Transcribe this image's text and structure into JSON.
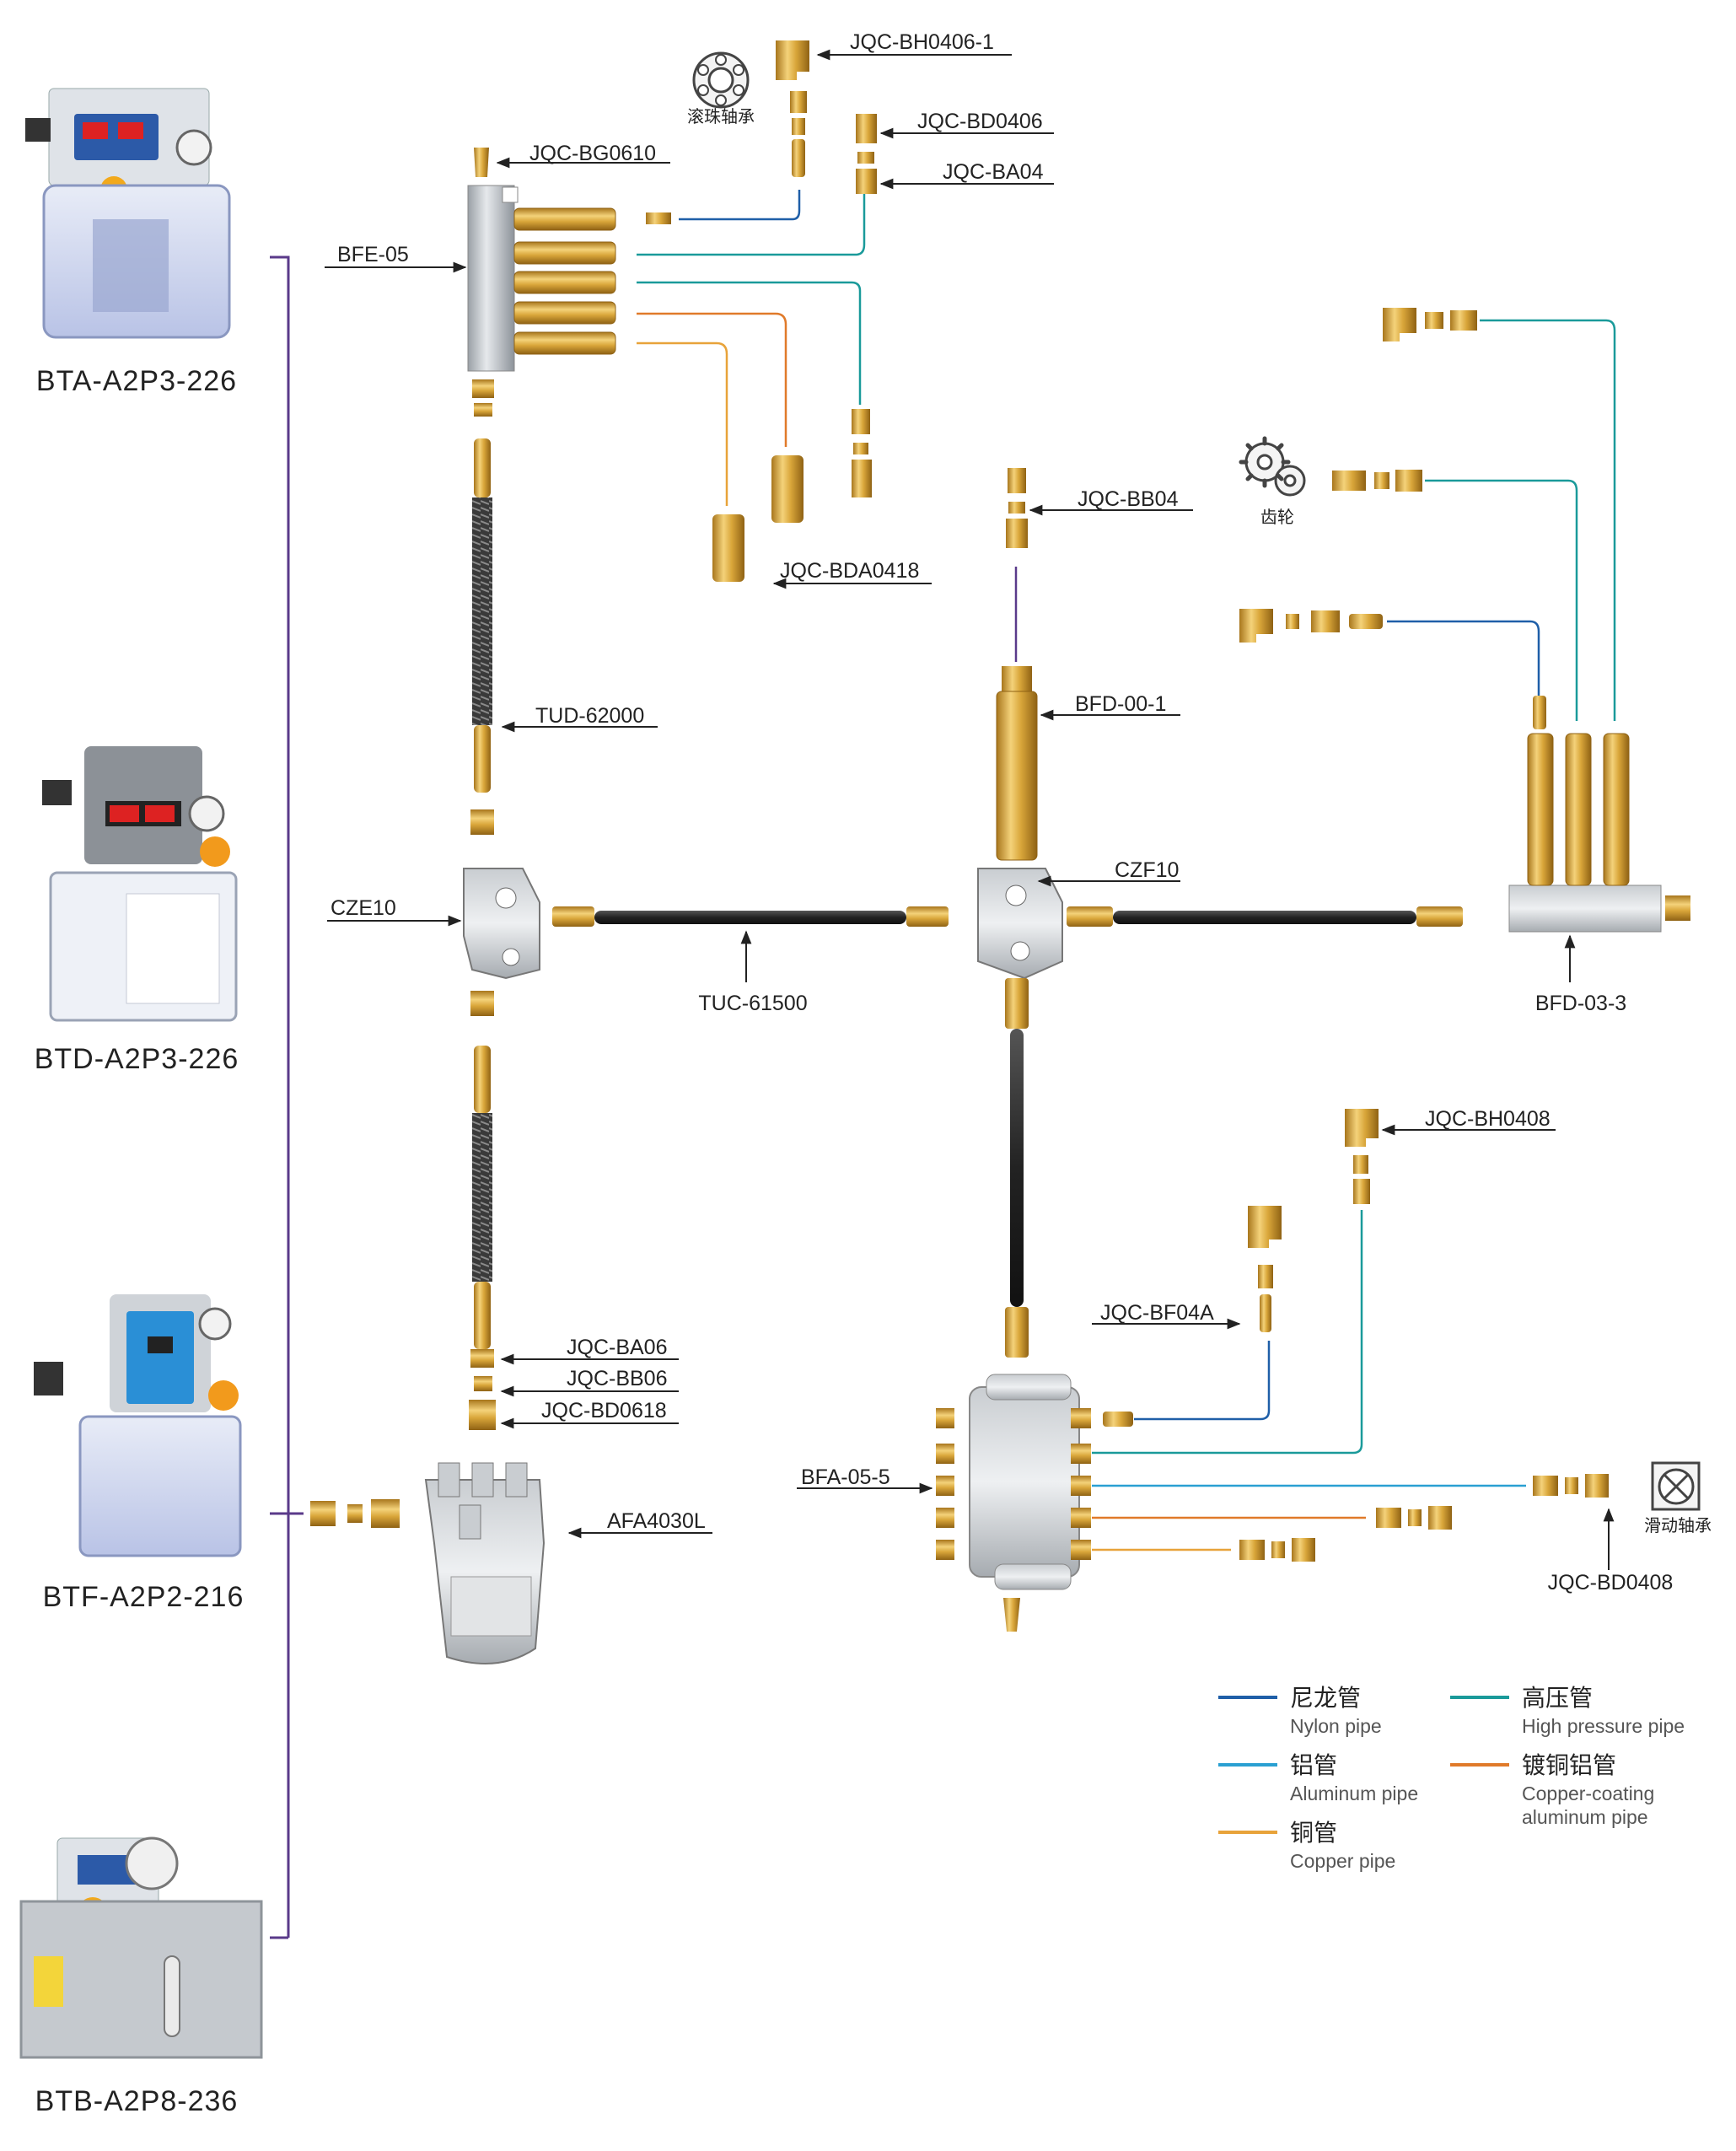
{
  "units": [
    {
      "id": "bta",
      "label": "BTA-A2P3-226"
    },
    {
      "id": "btd",
      "label": "BTD-A2P3-226"
    },
    {
      "id": "btf",
      "label": "BTF-A2P2-216"
    },
    {
      "id": "btb",
      "label": "BTB-A2P8-236"
    }
  ],
  "parts": {
    "jqc_bh0406_1": "JQC-BH0406-1",
    "jqc_bd0406": "JQC-BD0406",
    "jqc_bg0610": "JQC-BG0610",
    "jqc_ba04": "JQC-BA04",
    "bfe_05": "BFE-05",
    "jqc_bda0418": "JQC-BDA0418",
    "jqc_bb04": "JQC-BB04",
    "tud_62000": "TUD-62000",
    "bfd_00_1": "BFD-00-1",
    "cze10": "CZE10",
    "czf10": "CZF10",
    "tuc_61500": "TUC-61500",
    "bfd_03_3": "BFD-03-3",
    "jqc_bh0408": "JQC-BH0408",
    "jqc_bf04a": "JQC-BF04A",
    "jqc_ba06": "JQC-BA06",
    "jqc_bb06": "JQC-BB06",
    "jqc_bd0618": "JQC-BD0618",
    "afa4030l": "AFA4030L",
    "bfa_05_5": "BFA-05-5",
    "jqc_bd0408": "JQC-BD0408"
  },
  "icons": {
    "ball_bearing": "滚珠轴承",
    "gear": "齿轮",
    "sliding_bearing": "滑动轴承"
  },
  "legend": [
    {
      "cn": "尼龙管",
      "en": "Nylon pipe",
      "color": "#1f5fa8"
    },
    {
      "cn": "高压管",
      "en": "High pressure pipe",
      "color": "#1a9a9a"
    },
    {
      "cn": "铝管",
      "en": "Aluminum pipe",
      "color": "#2aa0d2"
    },
    {
      "cn": "镀铜铝管",
      "en": "Copper-coating",
      "en2": "aluminum pipe",
      "color": "#e07a2a"
    },
    {
      "cn": "铜管",
      "en": "Copper pipe",
      "color": "#e8a33a"
    }
  ],
  "colors": {
    "nylon": "#1f5fa8",
    "high_pressure": "#1a9a9a",
    "aluminum": "#2aa0d2",
    "copper_coating": "#e07a2a",
    "copper": "#e8a33a",
    "frame_line": "#5a3a8a",
    "brass": "#d9a63a"
  }
}
